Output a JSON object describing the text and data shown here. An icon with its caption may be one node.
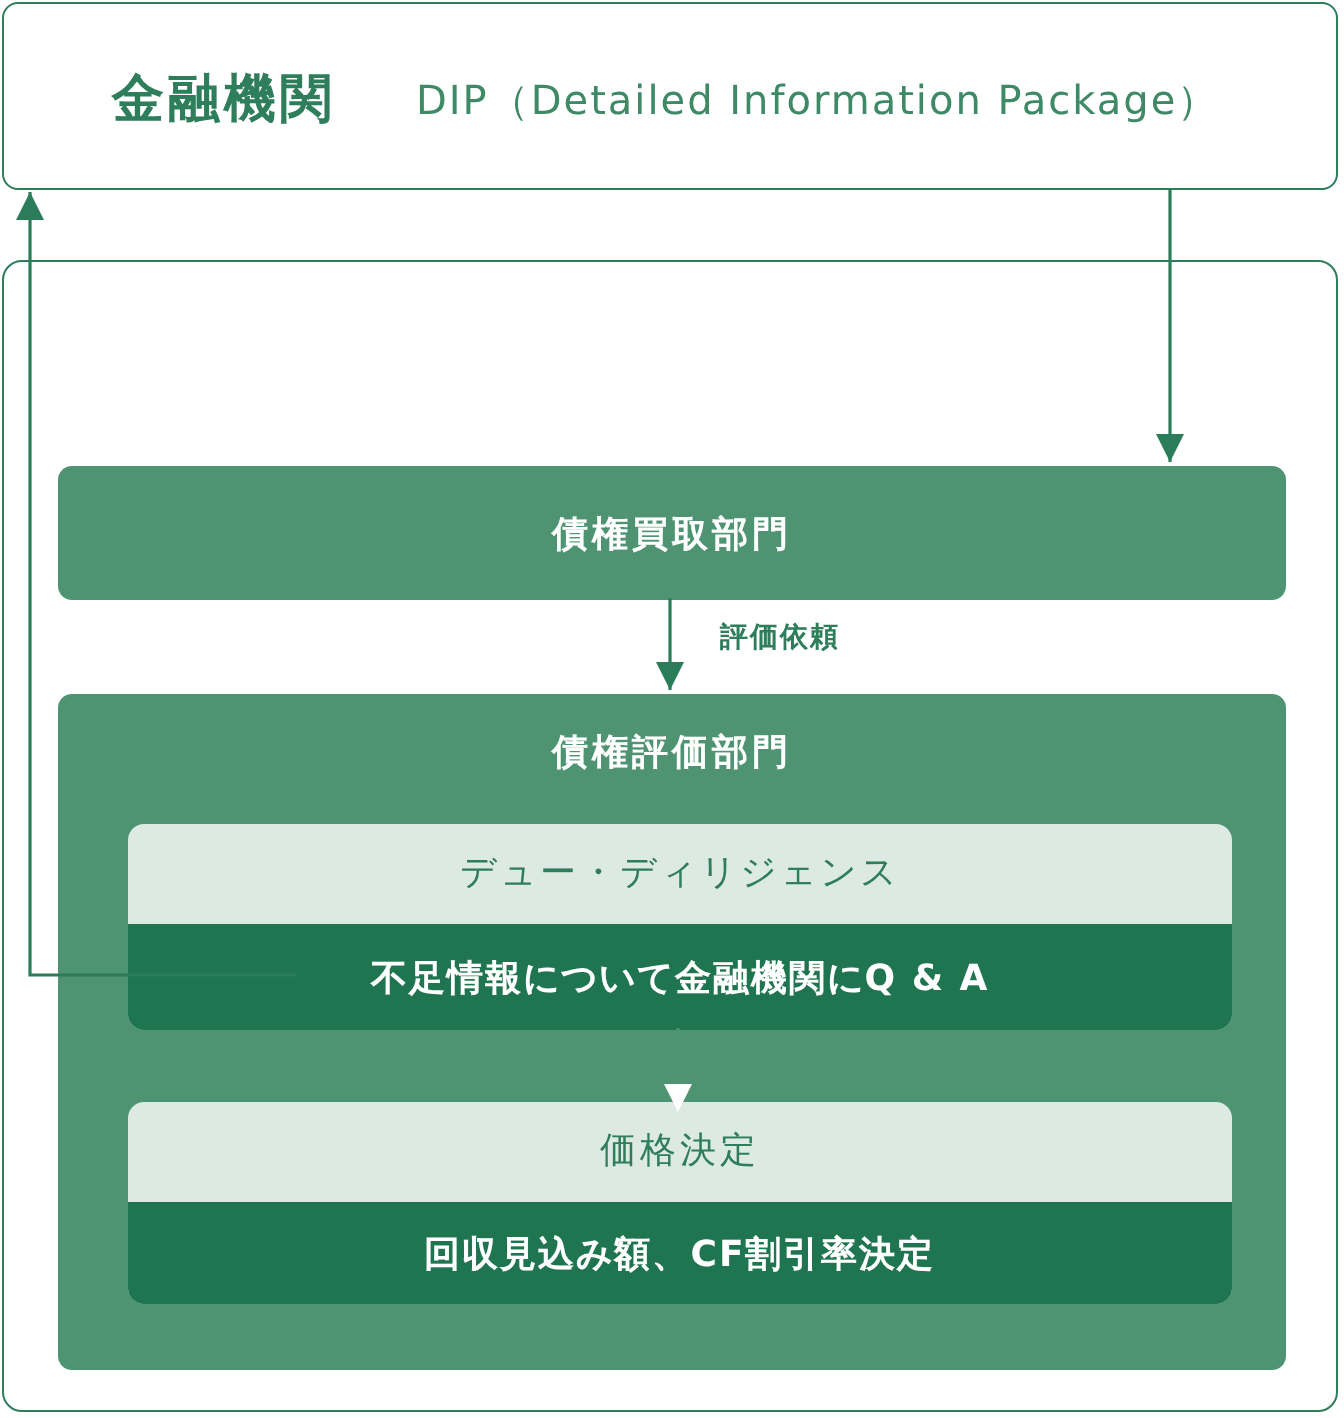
{
  "diagram": {
    "nodes": [
      {
        "text": [
          "金融機関",
          "DIP（Detailed Information Package）"
        ]
      },
      {
        "text": [],
        "shape": "box"
      },
      {
        "text": [
          "債権買取部門"
        ],
        "in": 1
      },
      {
        "text": [
          "債権評価部門"
        ],
        "in": 1
      },
      {
        "text": [
          "デュー・ディリジェンス"
        ],
        "in": 3
      },
      {
        "text": [
          "不足情報について金融機関にQ & A"
        ],
        "in": 4
      },
      {
        "text": [
          "価格決定"
        ],
        "in": 3
      },
      {
        "text": [
          "回収見込み額、CF割引率決定"
        ],
        "in": 6
      }
    ],
    "edges": [
      {
        "from": 0,
        "to": 2,
        "arrow": "to"
      },
      {
        "from": 2,
        "to": 3,
        "arrow": "to",
        "label": "評価依頼"
      },
      {
        "from": 5,
        "to": 0,
        "arrow": "to"
      },
      {
        "from": 4,
        "to": 6,
        "arrow": "to"
      }
    ]
  }
}
